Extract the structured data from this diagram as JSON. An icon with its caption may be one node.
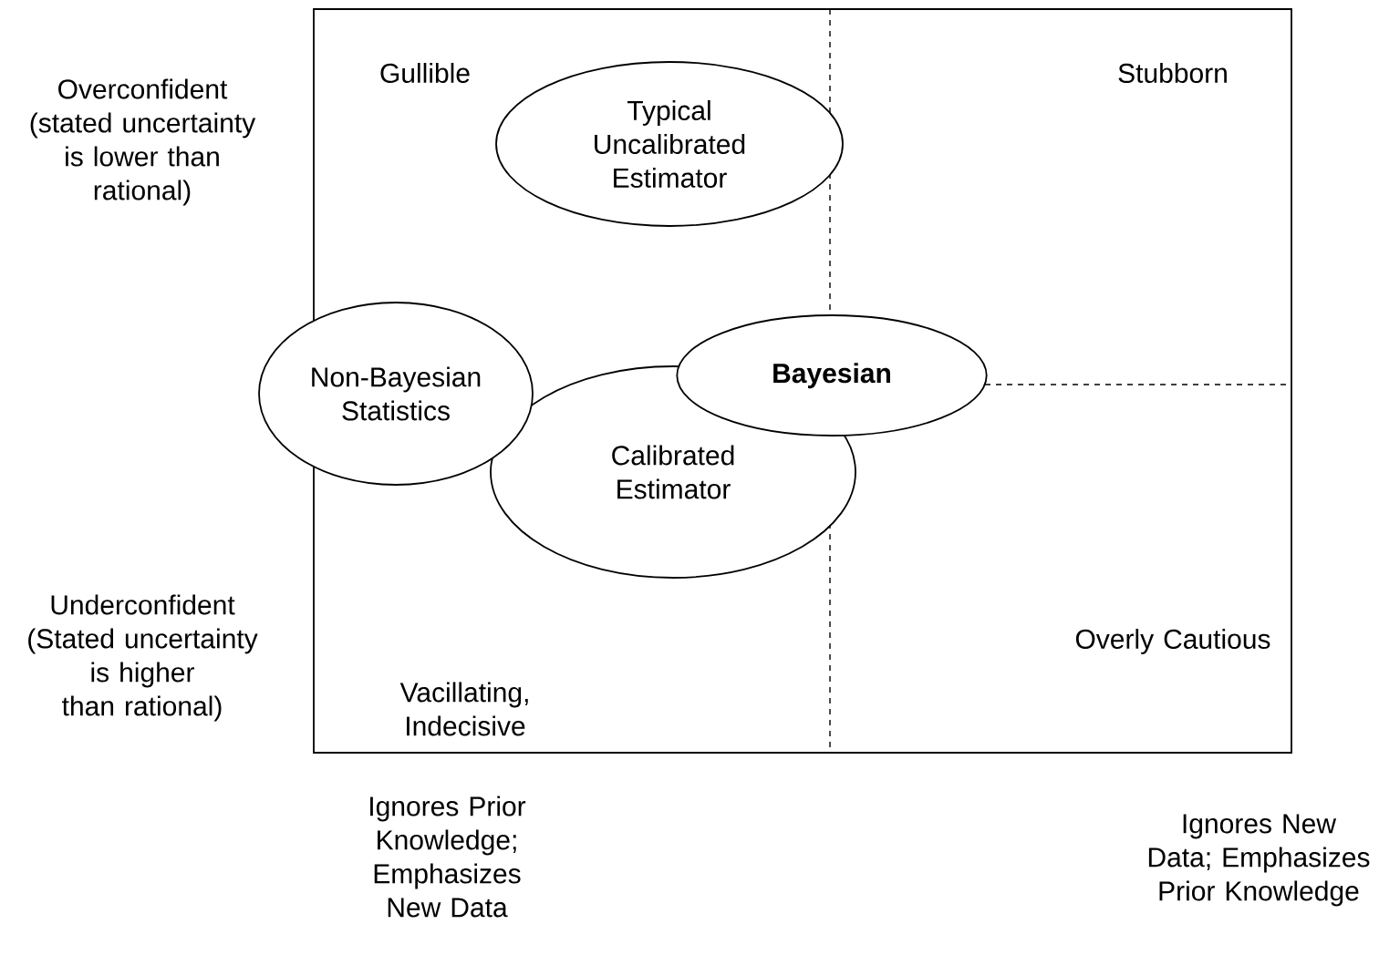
{
  "diagram": {
    "nodes": [
      {
        "text": [
          "Typical Uncalibrated Estimator"
        ]
      },
      {
        "text": [
          "Non-Bayesian Statistics"
        ]
      },
      {
        "text": [
          "Bayesian"
        ]
      },
      {
        "text": [
          "Calibrated Estimator"
        ]
      }
    ],
    "labels": [
      "Overconfident (stated uncertainty is lower than rational)",
      "Gullible",
      "Stubborn",
      "Underconfident (Stated uncertainty is higher than rational)",
      "Vacillating, Indecisive",
      "Overly Cautious",
      "Ignores Prior Knowledge; Emphasizes New Data",
      "Ignores New Data; Emphasizes Prior Knowledge"
    ]
  }
}
